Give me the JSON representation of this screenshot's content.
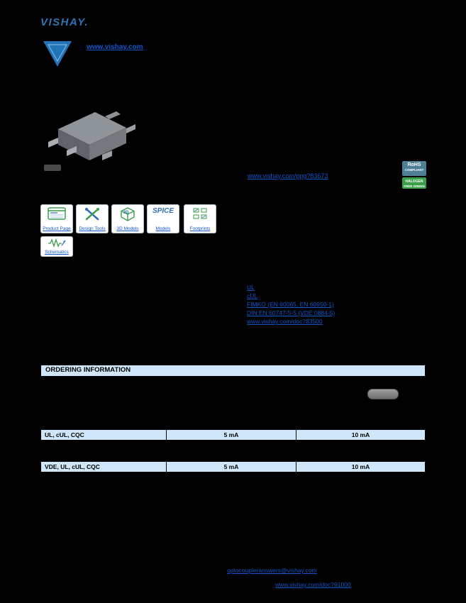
{
  "brand": {
    "wordmark": "VISHAY.",
    "website": "www.vishay.com"
  },
  "links": {
    "product_page_url": "www.vishay.com/ppg?83673"
  },
  "compliance": {
    "rohs_line1": "RoHS",
    "rohs_line2": "COMPLIANT",
    "green_line1": "HALOGEN",
    "green_line2": "FREE GREEN"
  },
  "resources": {
    "items": [
      {
        "label": "Product Page"
      },
      {
        "label": "Design Tools"
      },
      {
        "label": "3D Models"
      },
      {
        "label": "Models",
        "icon_text": "SPICE"
      },
      {
        "label": "Footprints"
      },
      {
        "label": "Schematics"
      }
    ]
  },
  "approvals": {
    "items": [
      "UL",
      "cUL",
      "FIMKO (EN 60065, EN 60950-1)",
      "DIN EN 60747-5-5 (VDE 0884-5)",
      "www.vishay.com/doc?83500"
    ]
  },
  "ordering": {
    "title": "ORDERING INFORMATION",
    "tables": [
      {
        "agency": "UL, cUL, CQC",
        "col_if_5": "5 mA",
        "col_if_10": "10 mA"
      },
      {
        "agency": "VDE, UL, cUL, CQC",
        "col_if_5": "5 mA",
        "col_if_10": "10 mA"
      }
    ]
  },
  "footer": {
    "contact_email": "optocoupleranswers@vishay.com",
    "legal_link": "www.vishay.com/doc?91000"
  },
  "colors": {
    "link_blue": "#1155cc",
    "vishay_blue": "#2e75b5",
    "table_header_bg": "#cfe6f8",
    "rohs_badge": "#4e7f96",
    "green_badge": "#3aa047"
  }
}
